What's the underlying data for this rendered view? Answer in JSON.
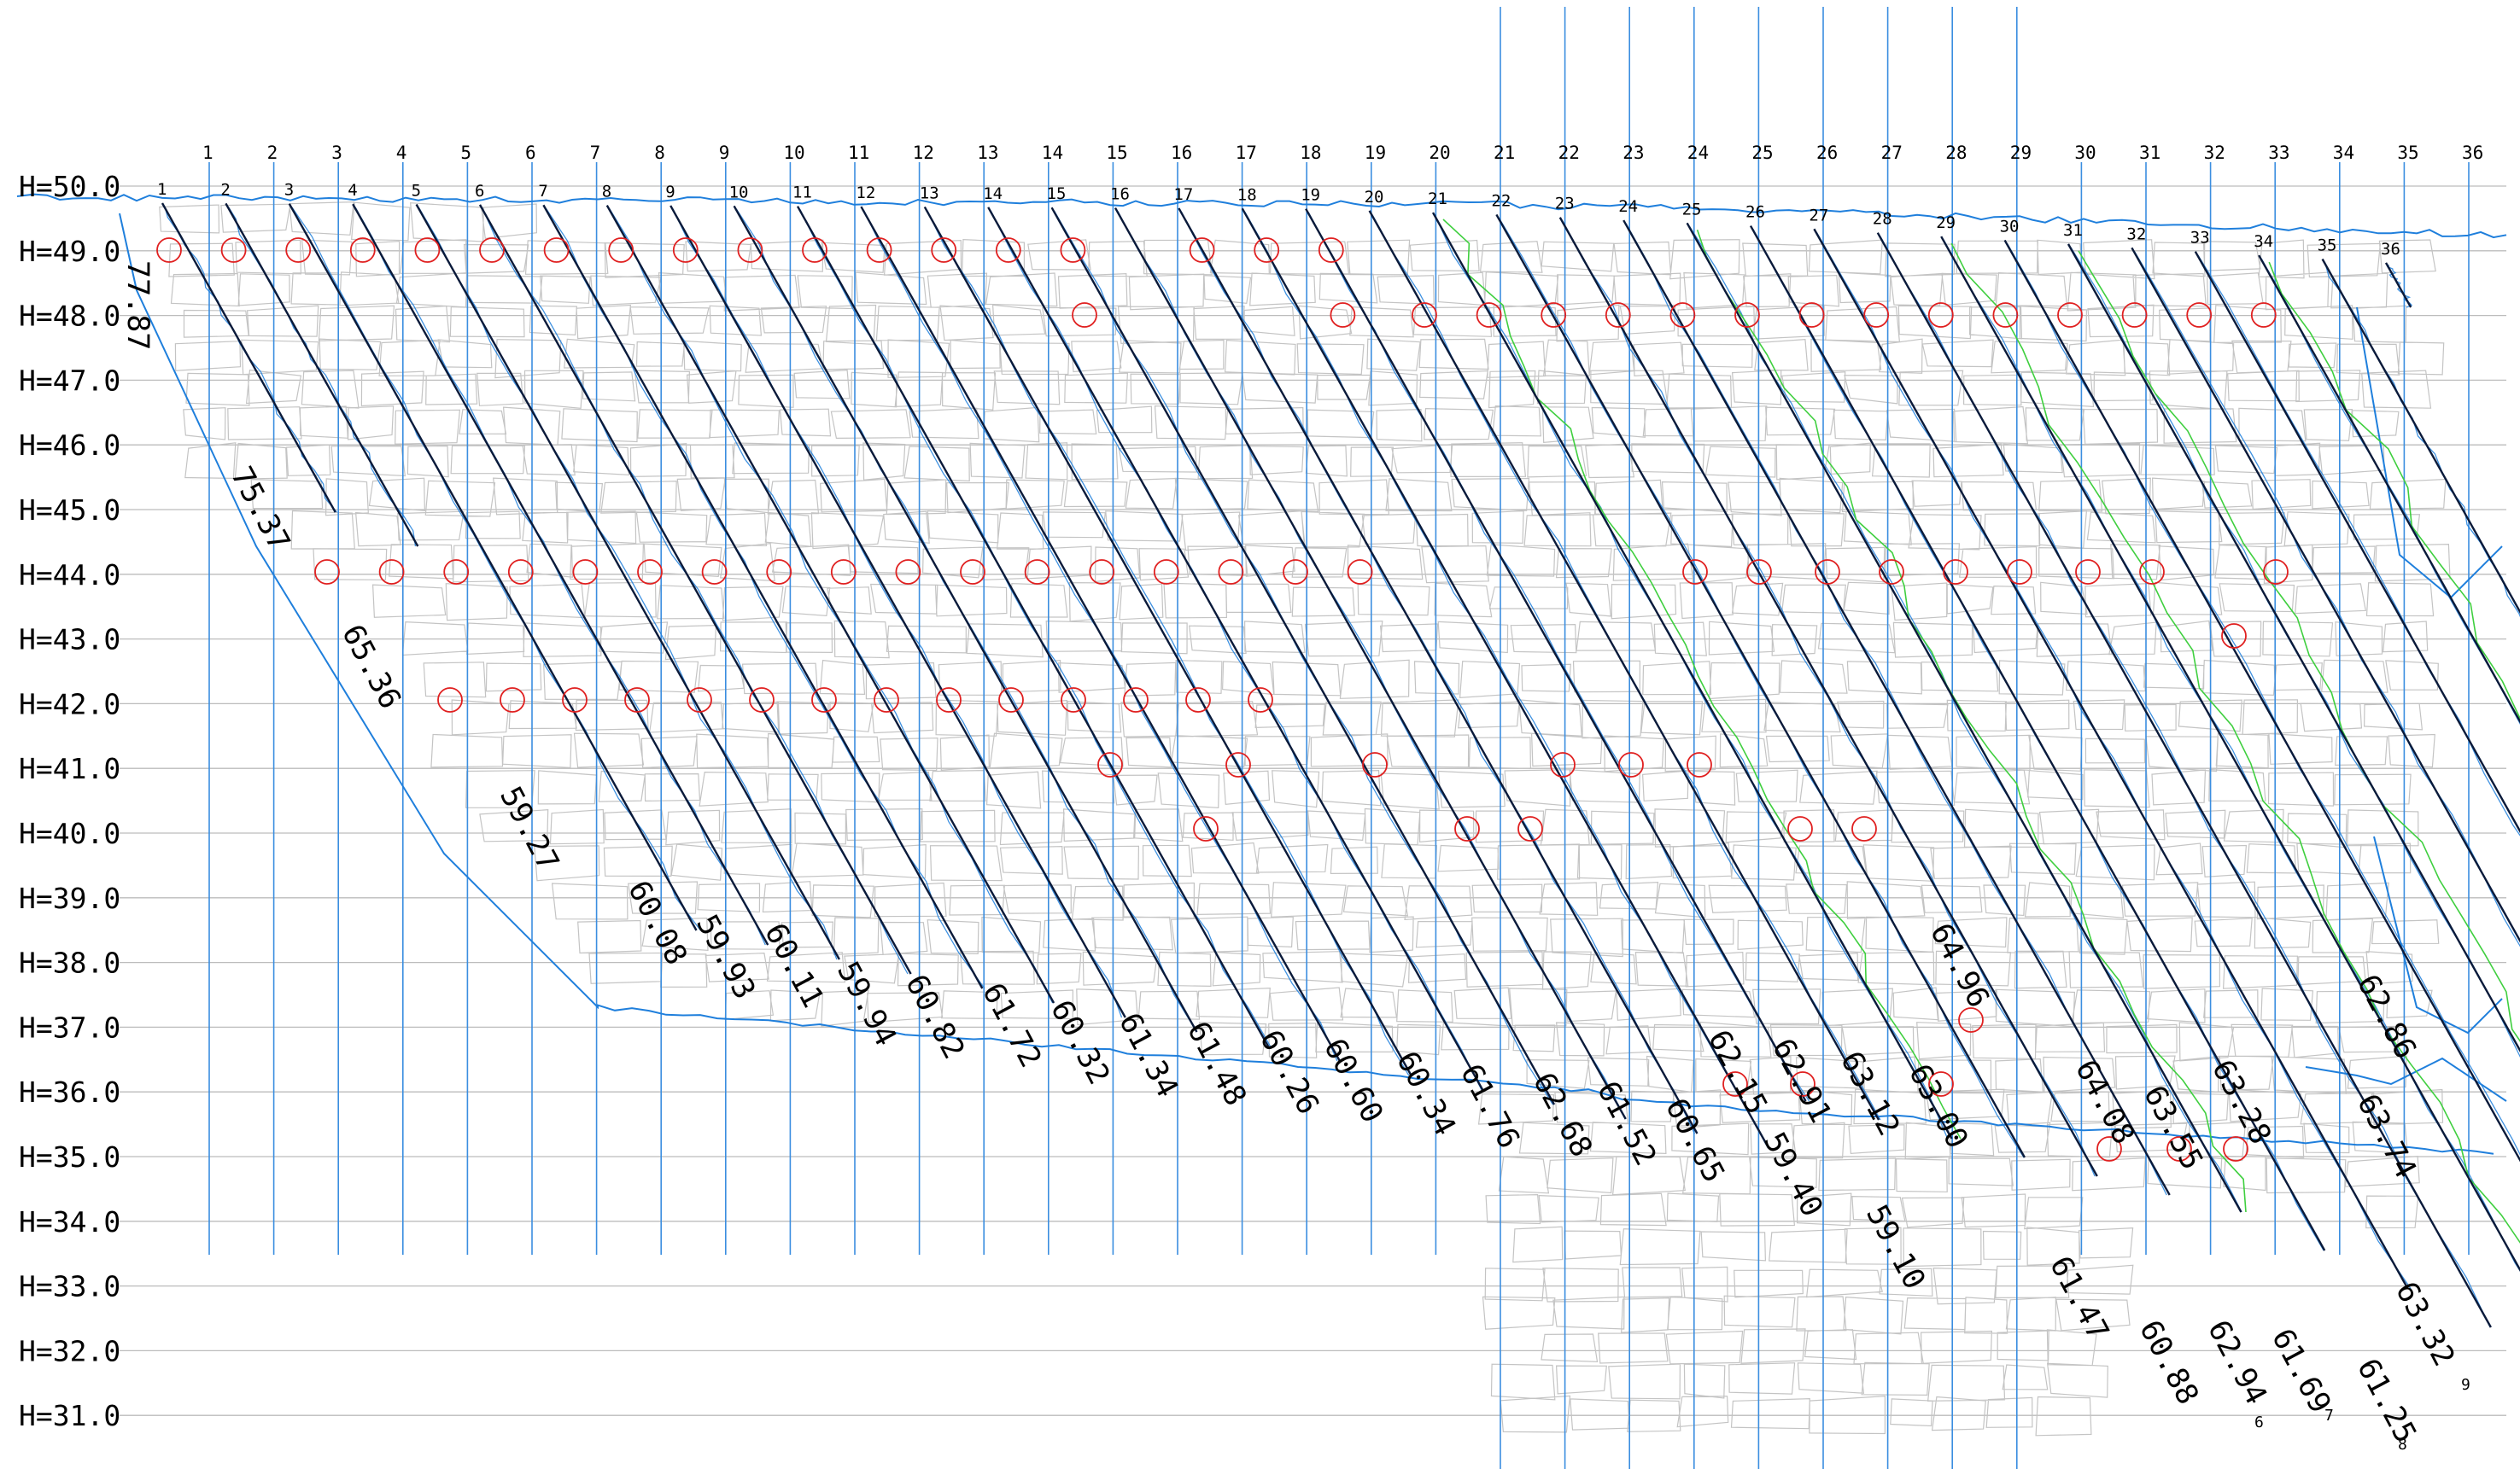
{
  "elevations": [
    "H=50.0",
    "H=49.0",
    "H=48.0",
    "H=47.0",
    "H=46.0",
    "H=45.0",
    "H=44.0",
    "H=43.0",
    "H=42.0",
    "H=41.0",
    "H=40.0",
    "H=39.0",
    "H=38.0",
    "H=37.0",
    "H=36.0",
    "H=35.0",
    "H=34.0",
    "H=33.0",
    "H=32.0",
    "H=31.0"
  ],
  "section_numbers": [
    "1",
    "2",
    "3",
    "4",
    "5",
    "6",
    "7",
    "8",
    "9",
    "10",
    "11",
    "12",
    "13",
    "14",
    "15",
    "16",
    "17",
    "18",
    "19",
    "20",
    "21",
    "22",
    "23",
    "24",
    "25",
    "26",
    "27",
    "28",
    "29",
    "30",
    "31",
    "32",
    "33",
    "34",
    "35",
    "36"
  ],
  "profile_numbers": [
    "1",
    "2",
    "3",
    "4",
    "5",
    "6",
    "7",
    "8",
    "9",
    "10",
    "11",
    "12",
    "13",
    "14",
    "15",
    "16",
    "17",
    "18",
    "19",
    "20",
    "21",
    "22",
    "23",
    "24",
    "25",
    "26",
    "27",
    "28",
    "29",
    "30",
    "31",
    "32",
    "33",
    "34",
    "35",
    "36"
  ],
  "angle_labels": [
    "77.87",
    "75.37",
    "65.36",
    "59.27",
    "60.08",
    "59.93",
    "60.11",
    "59.94",
    "60.82",
    "61.72",
    "60.32",
    "61.34",
    "61.48",
    "60.26",
    "60.60",
    "60.34",
    "61.76",
    "62.68",
    "61.52",
    "60.65",
    "62.15",
    "62.91",
    "63.12",
    "63.00",
    "64.96",
    "59.40",
    "59.10",
    "61.47",
    "64.08",
    "60.88",
    "63.55",
    "62.94",
    "63.28",
    "61.69",
    "62.86",
    "63.74",
    "63.32",
    "61.25"
  ],
  "small_marks": [
    "6",
    "7",
    "8",
    "9"
  ],
  "colors": {
    "grid": "#bcbcbc",
    "section_line": "#3b8ee0",
    "profile_line": "#0a1a3a",
    "survey_blue": "#1f7fdc",
    "survey_green": "#3fcf3f",
    "stone_outline": "#c4c4c4",
    "marker": "#e02020",
    "text": "#000000"
  }
}
